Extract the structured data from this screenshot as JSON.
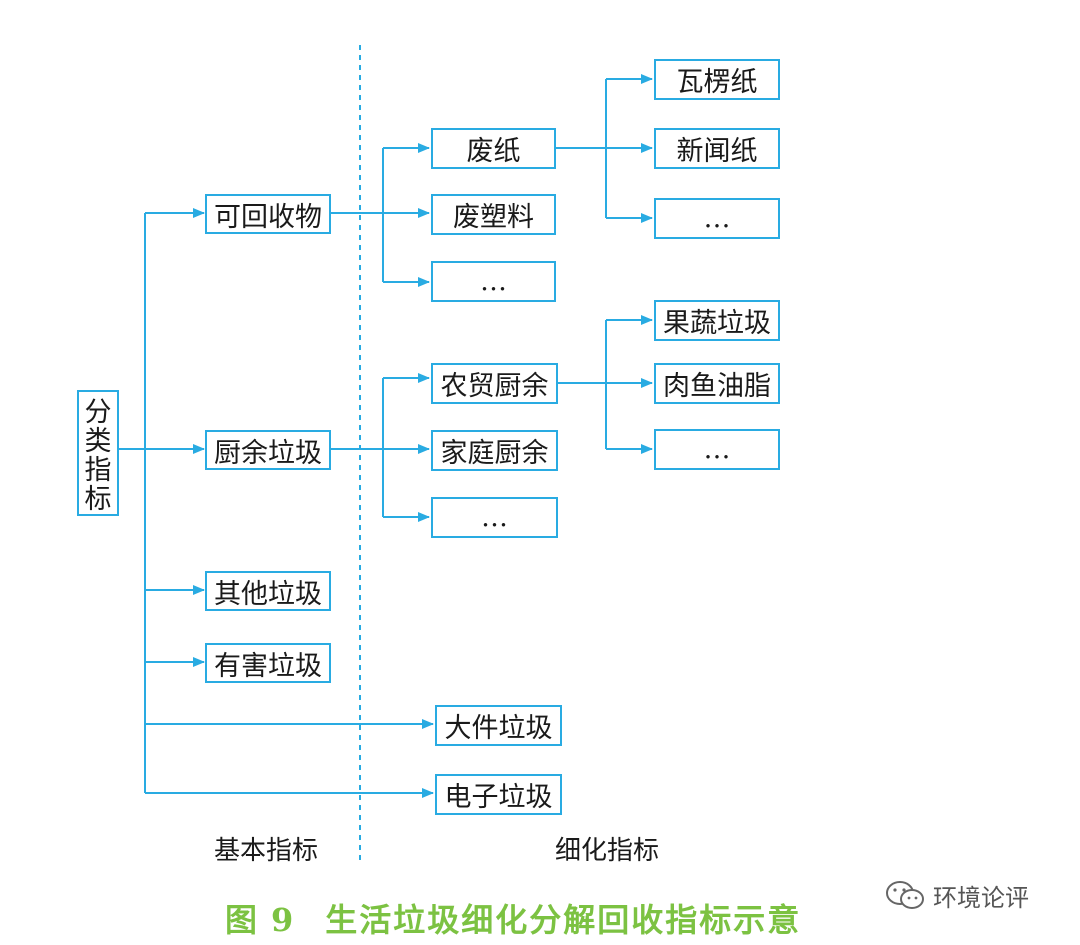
{
  "diagram": {
    "root": [
      "分",
      "类",
      "指",
      "标"
    ],
    "basic": {
      "recyclable": "可回收物",
      "kitchen": "厨余垃圾",
      "other": "其他垃圾",
      "hazardous": "有害垃圾"
    },
    "detail": {
      "waste_paper": "废纸",
      "waste_plastic": "废塑料",
      "recyclable_more": "…",
      "market_kitchen": "农贸厨余",
      "home_kitchen": "家庭厨余",
      "kitchen_more": "…",
      "bulky": "大件垃圾",
      "electronic": "电子垃圾"
    },
    "paper_sub": [
      "瓦楞纸",
      "新闻纸",
      "…"
    ],
    "market_sub": [
      "果蔬垃圾",
      "肉鱼油脂",
      "…"
    ],
    "column_labels": {
      "basic": "基本指标",
      "detail": "细化指标"
    },
    "colors": {
      "line": "#29abe2",
      "caption": "#7cc242"
    }
  },
  "caption": {
    "figure": "图",
    "number": "9",
    "title": "生活垃圾细化分解回收指标示意"
  },
  "watermark": {
    "icon": "wechat-icon",
    "text": "环境论评"
  }
}
